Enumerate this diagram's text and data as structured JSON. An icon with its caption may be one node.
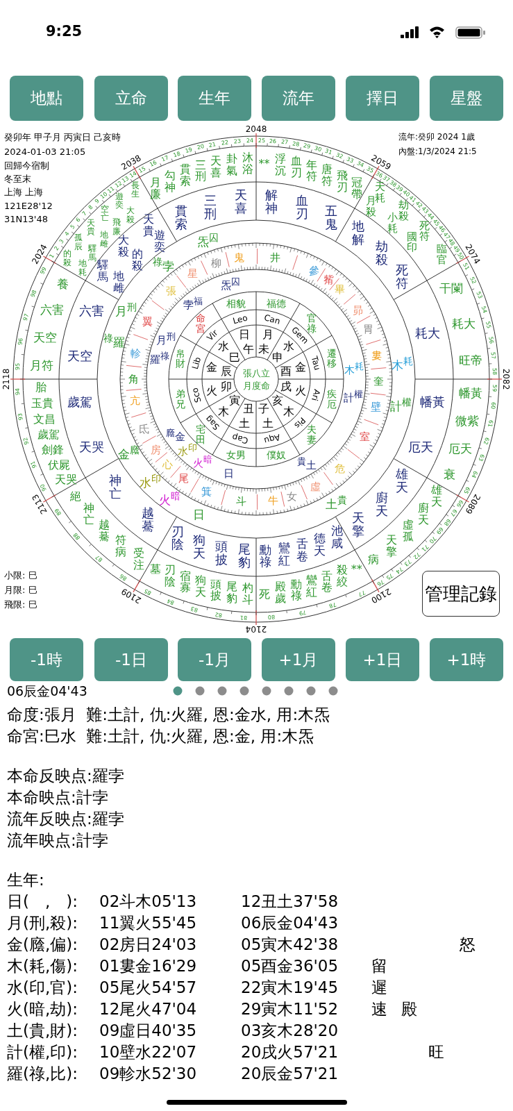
{
  "diagram": {
    "nodes": [
      {
        "text": [
          "地點"
        ]
      },
      {
        "text": [
          "立命"
        ]
      },
      {
        "text": [
          "生年"
        ]
      },
      {
        "text": [
          "流年"
        ]
      },
      {
        "text": [
          "擇日"
        ]
      },
      {
        "text": [
          "星盤"
        ]
      },
      {
        "text": [
          "管理記錄"
        ]
      },
      {
        "text": [
          "-1時"
        ]
      },
      {
        "text": [
          "-1日"
        ]
      },
      {
        "text": [
          "-1月"
        ]
      },
      {
        "text": [
          "+1月"
        ]
      },
      {
        "text": [
          "+1日"
        ]
      },
      {
        "text": [
          "+1時"
        ]
      }
    ],
    "labels": [
      "9:25",
      "癸卯年 甲子月 丙寅日 己亥時",
      "2024-01-03 21:05",
      "回歸今宿制",
      "冬至末",
      "上海 上海",
      "121E28'12",
      "31N13'48",
      "流年:癸卯 2024 1歲",
      "內盤:1/3/2024 21:5",
      "小限: 巳",
      "月限: 巳",
      "飛限: 巳",
      "2024",
      "2038",
      "2048",
      "2059",
      "2074",
      "2082",
      "2089",
      "2100",
      "2104",
      "2109",
      "2113",
      "2118",
      "1",
      "2",
      "3",
      "4",
      "5",
      "6",
      "7",
      "8",
      "9",
      "10",
      "11",
      "12",
      "13",
      "14",
      "15",
      "16",
      "17",
      "18",
      "19",
      "20",
      "21",
      "22",
      "23",
      "24",
      "25",
      "26",
      "27",
      "28",
      "29",
      "30",
      "31",
      "32",
      "33",
      "34",
      "35",
      "36",
      "37",
      "38",
      "39",
      "40",
      "41",
      "42",
      "43",
      "44",
      "45",
      "46",
      "47",
      "48",
      "49",
      "50",
      "51",
      "52",
      "53",
      "54",
      "55",
      "56",
      "57",
      "58",
      "59",
      "60",
      "61",
      "62",
      "63",
      "64",
      "65",
      "66",
      "67",
      "68",
      "69",
      "70",
      "71",
      "72",
      "73",
      "74",
      "75",
      "76",
      "77",
      "78",
      "79",
      "80",
      "81",
      "82",
      "83",
      "84",
      "85",
      "86",
      "87",
      "88",
      "89",
      "90",
      "91",
      "92",
      "93",
      "94",
      "95",
      "96",
      "97",
      "98",
      "99",
      "的殺",
      "地耗",
      "孤辰",
      "驛馬",
      "天貴",
      "地雌",
      "空亡",
      "飛廉",
      "遊奕",
      "大殺",
      "長生",
      "月廉",
      "勾神",
      "貫索",
      "三刑",
      "天喜",
      "卦氣",
      "沐浴",
      "**",
      "浮沉",
      "血刃",
      "年符",
      "唐符",
      "飛刃",
      "冠帶",
      "天耗",
      "月殺",
      "劫殺",
      "小耗",
      "死符",
      "國印",
      "臨官",
      "干闌",
      "耗大",
      "旺帝",
      "幡黃",
      "微紫",
      "厄天",
      "衰",
      "雄天",
      "廚天",
      "虛孤",
      "天擎",
      "病",
      "**",
      "殺絞",
      "舌卷",
      "鸞紅",
      "勳祿",
      "殿歲",
      "死",
      "杓斗",
      "尾豹",
      "頭披",
      "狗天",
      "宿寡",
      "刃陰",
      "墓",
      "受注",
      "符病",
      "越驀",
      "神亡",
      "絕",
      "天哭",
      "伏屍",
      "劍鋒",
      "歲駕",
      "文昌",
      "玉貴",
      "胎",
      "月符",
      "天空",
      "六害",
      "養",
      "驛馬",
      "地雌",
      "大殺",
      "的殺",
      "天貴",
      "遊奕",
      "貫索",
      "三刑",
      "天喜",
      "解神",
      "血刃",
      "五鬼",
      "地解",
      "劫殺",
      "死符",
      "耗大",
      "幡黃",
      "厄天",
      "雄天",
      "廚天",
      "天擎",
      "池咸",
      "德天",
      "舌卷",
      "鸞紅",
      "勳祿",
      "尾豹",
      "頭披",
      "狗天",
      "刃陰",
      "越驀",
      "神亡",
      "天哭",
      "歲駕",
      "天空",
      "六害",
      "炁$^{囚}$",
      "木$^{耗}$",
      "計$^{權}$",
      "土$^{貴}$",
      "日",
      "火$^{暗}$",
      "水$^{印}$",
      "金$^{廕}$",
      "$^{祿}$羅",
      "月$^{刑}$",
      "$^{祿}$孛",
      "炁$^{囚}$",
      "木$^{耗}$",
      "計$^{權}$",
      "$^{貴}$土",
      "日",
      "火$^{暗}$",
      "水$^{印}$",
      "$^{廕}$金",
      "羅$^{祿}$",
      "月$^{刑}$",
      "孛$^{福}$",
      "柳",
      "鬼",
      "井",
      "參",
      "觜",
      "畢",
      "昴",
      "胃",
      "婁",
      "奎",
      "壁",
      "室",
      "危",
      "虛",
      "女",
      "牛",
      "斗",
      "箕",
      "尾",
      "心",
      "房",
      "氐",
      "亢",
      "角",
      "軫",
      "翼",
      "張",
      "星",
      "相貌",
      "福德",
      "官祿",
      "遷移",
      "疾厄",
      "夫妻",
      "僕奴",
      "女男",
      "宅田",
      "弟兄",
      "帛財",
      "命宮",
      "Leo",
      "Can",
      "Gem",
      "Tau",
      "Ari",
      "Pis",
      "Aqu",
      "Cap",
      "Sag",
      "Sco",
      "Lib",
      "Vir",
      "日",
      "午",
      "月",
      "未",
      "水",
      "申",
      "金",
      "酉",
      "火",
      "戌",
      "木",
      "亥",
      "土",
      "子",
      "土",
      "丑",
      "木",
      "寅",
      "火",
      "卯",
      "金",
      "辰",
      "水",
      "巳",
      "張八立",
      "月度命",
      "06辰金04'43",
      "命度:張月  難:土計, 仇:火羅, 恩:金水, 用:木炁",
      "命宮:巳水  難:土計, 仇:火羅, 恩:金, 用:木炁",
      "本命反映点:羅孛",
      "本命映点:計孛",
      "流年反映点:羅孛",
      "流年映点:計孛",
      "生年:",
      "日(　,　):",
      "02斗木05'13",
      "12丑土37'58",
      "月(刑,殺):",
      "11翼火55'45",
      "06辰金04'43",
      "金(廕,偏):",
      "02房日24'03",
      "05寅木42'38",
      "怒",
      "木(耗,傷):",
      "01婁金16'29",
      "05酉金36'05",
      "留",
      "水(印,官):",
      "05尾火54'57",
      "22寅木19'45",
      "遲",
      "火(暗,劫):",
      "12尾火47'04",
      "29寅木11'52",
      "速",
      "殿",
      "土(貴,財):",
      "09虛日40'35",
      "03亥木28'20",
      "計(權,印):",
      "10壁水22'07",
      "20戌火57'21",
      "旺",
      "羅(祿,比):",
      "09軫水52'30",
      "20辰金57'21"
    ]
  }
}
